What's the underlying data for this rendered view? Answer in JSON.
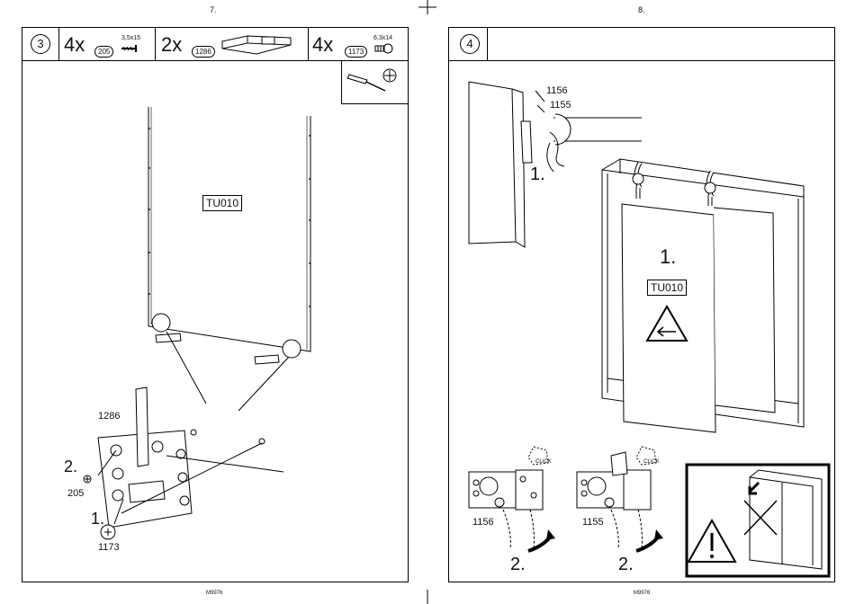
{
  "left_page": {
    "page_number": "7.",
    "footer": "M9976",
    "step": "3",
    "parts": [
      {
        "qty": "4x",
        "code": "205",
        "spec": "3,5x15"
      },
      {
        "qty": "2x",
        "code": "1286",
        "spec": ""
      },
      {
        "qty": "4x",
        "code": "1173",
        "spec": "6,3x14"
      }
    ],
    "panel_label": "TU010",
    "callouts": {
      "part_1286": "1286",
      "step_2": "2.",
      "part_205": "205",
      "step_1": "1.",
      "part_1173": "1173"
    }
  },
  "right_page": {
    "page_number": "8.",
    "footer": "M9976",
    "step": "4",
    "callouts": {
      "part_1156_top": "1156",
      "part_1155_top": "1155",
      "step_1_hang": "1.",
      "step_1_door": "1.",
      "door_label": "TU010",
      "click_1": "CLICK",
      "click_2": "CLICK",
      "part_1156_bottom": "1156",
      "part_1155_bottom": "1155",
      "step_2_a": "2.",
      "step_2_b": "2."
    }
  }
}
